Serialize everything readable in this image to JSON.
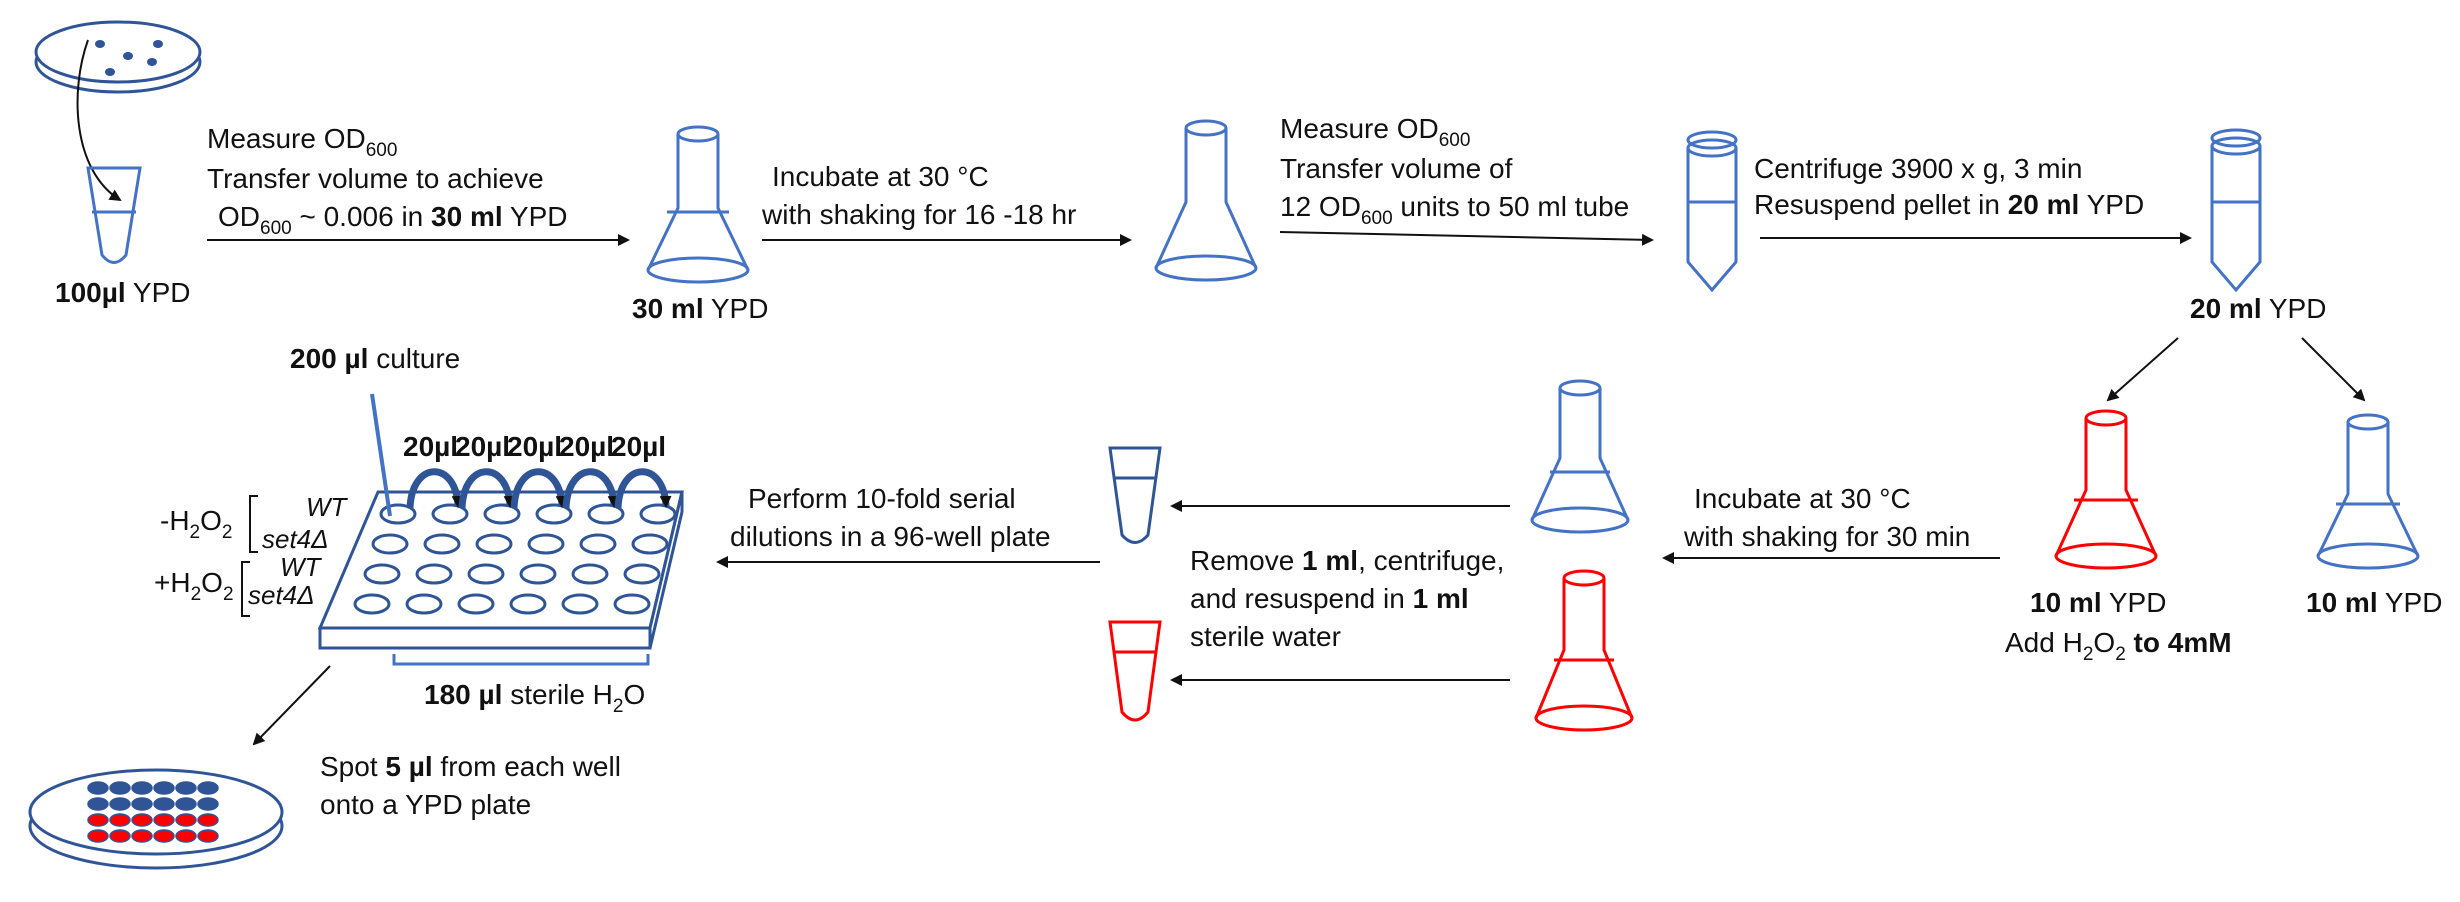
{
  "colors": {
    "blue": "#4472c4",
    "navy": "#2f5597",
    "red": "#ff0000",
    "text": "#111111"
  },
  "icons": [
    "petri-dish-icon",
    "microtube-icon",
    "flask-icon",
    "conical-tube-icon",
    "well-plate-icon",
    "spotted-plate-icon"
  ],
  "step1": {
    "line1": "Measure OD",
    "line1_sub": "600",
    "line2": "Transfer volume to achieve",
    "line3a": "OD",
    "line3_sub": "600",
    "line3b": " ~ 0.006 in ",
    "line3_bold": "30 ml",
    "line3c": " YPD"
  },
  "tube1_label": {
    "bold": "100µl",
    "rest": " YPD"
  },
  "flask1_label": {
    "bold": "30 ml",
    "rest": " YPD"
  },
  "step2": {
    "line1": "Incubate at 30 °C",
    "line2": "with shaking for 16 -18 hr"
  },
  "step3": {
    "line1": "Measure OD",
    "line1_sub": "600",
    "line2": "Transfer volume of",
    "line3a": "12 OD",
    "line3_sub": "600",
    "line3b": " units to 50 ml tube"
  },
  "step4": {
    "line1": "Centrifuge 3900 x g, 3 min",
    "line2a": "Resuspend pellet in ",
    "line2_bold": "20 ml",
    "line2b": " YPD"
  },
  "tube20_label": {
    "bold": "20 ml",
    "rest": " YPD"
  },
  "red_flask_label": {
    "bold": "10 ml",
    "rest": " YPD"
  },
  "h2o2_label": {
    "a": "Add H",
    "sub": "2",
    "b": "O",
    "sub2": "2",
    "bold": " to 4mM"
  },
  "blue_flask_label": {
    "bold": "10 ml",
    "rest": " YPD"
  },
  "step5": {
    "line1": "Incubate at 30 °C",
    "line2": "with shaking for 30 min"
  },
  "step6": {
    "l1a": "Remove ",
    "l1b": "1 ml",
    "l1c": ", centrifuge,",
    "l2a": "and resuspend in ",
    "l2b": "1 ml",
    "l3": "sterile water"
  },
  "step7": {
    "line1": "Perform 10-fold serial",
    "line2": "dilutions in a 96-well plate"
  },
  "culture_label": {
    "bold": "200 µl",
    "rest": " culture"
  },
  "transfer_labels": [
    "20µl",
    "20µl",
    "20µl",
    "20µl",
    "20µl"
  ],
  "row_groups": [
    {
      "prefix": "-H",
      "sub": "2",
      "mid": "O",
      "sub2": "2",
      "wt": "WT",
      "mut": "set4Δ"
    },
    {
      "prefix": "+H",
      "sub": "2",
      "mid": "O",
      "sub2": "2",
      "wt": "WT",
      "mut": "set4Δ"
    }
  ],
  "water_label": {
    "bold": "180 µl",
    "rest": " sterile H",
    "sub": "2",
    "end": "O"
  },
  "step8": {
    "l1a": "Spot ",
    "l1b": "5 µl",
    "l1c": " from each well",
    "l2": "onto a YPD plate"
  }
}
